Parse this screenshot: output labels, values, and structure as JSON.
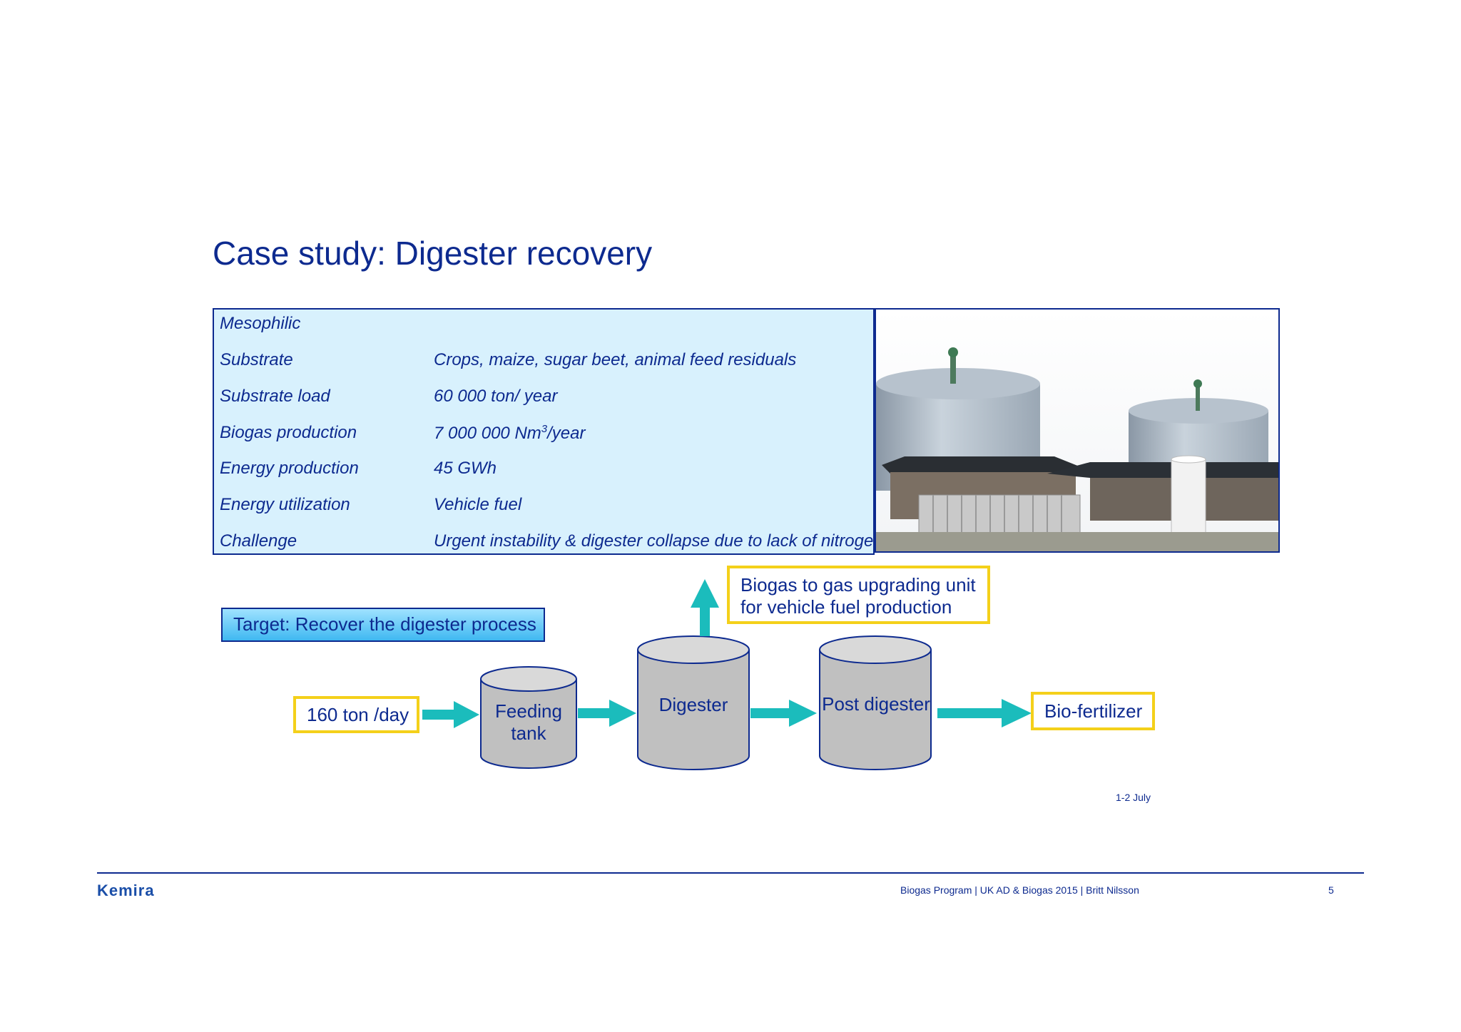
{
  "slide": {
    "title": "Case study: Digester recovery"
  },
  "info": {
    "heading": "Mesophilic",
    "rows": [
      {
        "label": "Substrate",
        "value": "Crops, maize, sugar beet, animal feed residuals"
      },
      {
        "label": "Substrate load",
        "value": "60 000 ton/ year"
      },
      {
        "label": "Biogas production",
        "value_pre": "7 000 000 Nm",
        "value_sup": "3",
        "value_post": "/year"
      },
      {
        "label": "Energy production",
        "value": "45 GWh"
      },
      {
        "label": "Energy utilization",
        "value": "Vehicle fuel"
      },
      {
        "label": "Challenge",
        "value": "Urgent instability & digester collapse due to lack of nitrogen"
      }
    ]
  },
  "target": "Target: Recover the digester process",
  "process": {
    "input": "160 ton /day",
    "feeding_tank_line1": "Feeding",
    "feeding_tank_line2": "tank",
    "digester": "Digester",
    "post_digester": "Post digester",
    "output": "Bio-fertilizer",
    "biogas_line1": "Biogas to gas upgrading unit",
    "biogas_line2": "for vehicle fuel production"
  },
  "footer": {
    "date": "1-2 July",
    "logo": "Kemira",
    "text": "Biogas Program | UK AD & Biogas 2015 | Britt Nilsson",
    "page": "5"
  },
  "colors": {
    "title": "#0d2a8f",
    "info_bg": "#d8f1fd",
    "highlight_border": "#f4d01a",
    "arrow": "#1bbcbc",
    "tank_fill": "#c0c0c0"
  }
}
